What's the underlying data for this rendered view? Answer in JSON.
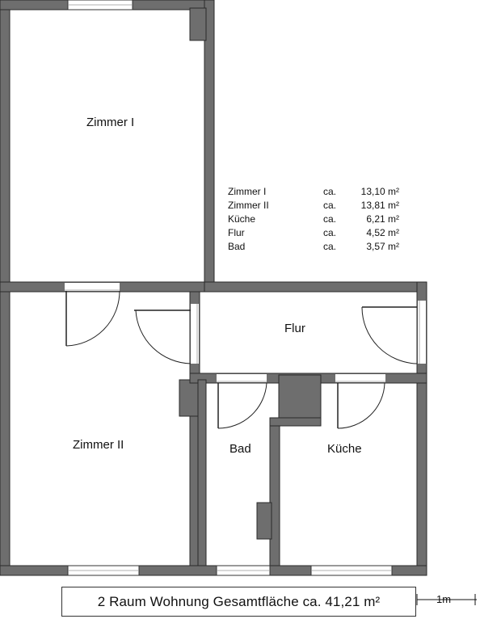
{
  "rooms": {
    "zimmer1": "Zimmer I",
    "zimmer2": "Zimmer II",
    "flur": "Flur",
    "bad": "Bad",
    "kueche": "Küche"
  },
  "area_table": [
    {
      "name": "Zimmer I",
      "prefix": "ca.",
      "area": "13,10 m²"
    },
    {
      "name": "Zimmer II",
      "prefix": "ca.",
      "area": "13,81 m²"
    },
    {
      "name": "Küche",
      "prefix": "ca.",
      "area": "6,21 m²"
    },
    {
      "name": "Flur",
      "prefix": "ca.",
      "area": "4,52 m²"
    },
    {
      "name": "Bad",
      "prefix": "ca.",
      "area": "3,57 m²"
    }
  ],
  "summary": "2 Raum Wohnung  Gesamtfläche ca. 41,21 m²",
  "scale": "1m",
  "colors": {
    "wall": "#6e6e6e",
    "background": "#ffffff"
  }
}
